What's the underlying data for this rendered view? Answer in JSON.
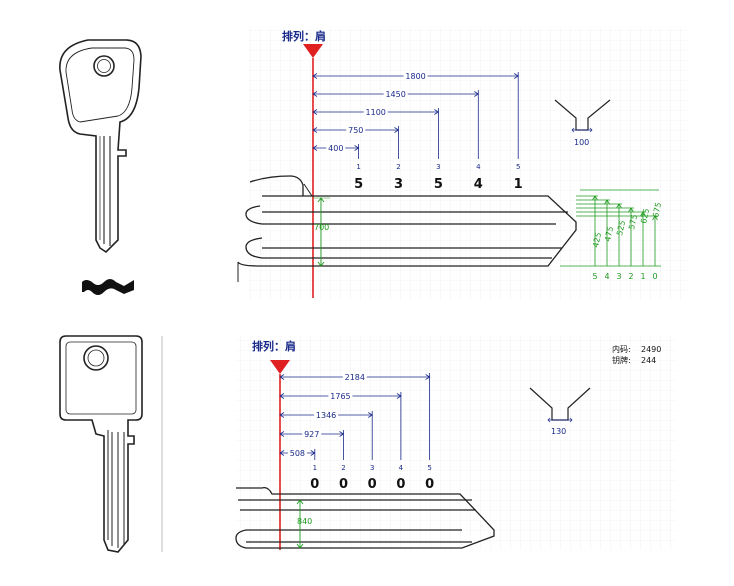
{
  "colors": {
    "dimension": "#1a2a8a",
    "shoulder_line": "#e02020",
    "depth_lines": "#1e9a1e",
    "grid": "#e6eaf2"
  },
  "panel1": {
    "title": "排列：肩",
    "spacings": [
      {
        "label": "400",
        "value": 400,
        "cut_no": "1",
        "depth": "5"
      },
      {
        "label": "750",
        "value": 750,
        "cut_no": "2",
        "depth": "3"
      },
      {
        "label": "1100",
        "value": 1100,
        "cut_no": "3",
        "depth": "5"
      },
      {
        "label": "1450",
        "value": 1450,
        "cut_no": "4",
        "depth": "4"
      },
      {
        "label": "1800",
        "value": 1800,
        "cut_no": "5",
        "depth": "1"
      }
    ],
    "blade_height": "700",
    "angle_width": "100",
    "depth_values": [
      "425",
      "475",
      "525",
      "575",
      "625",
      "675"
    ],
    "depth_numbers": [
      "5",
      "4",
      "3",
      "2",
      "1",
      "0"
    ]
  },
  "panel2": {
    "title": "排列：肩",
    "info": [
      {
        "label": "内码:",
        "value": "2490"
      },
      {
        "label": "钥牌:",
        "value": "244"
      }
    ],
    "spacings": [
      {
        "label": "508",
        "value": 508,
        "cut_no": "1",
        "depth": "0"
      },
      {
        "label": "927",
        "value": 927,
        "cut_no": "2",
        "depth": "0"
      },
      {
        "label": "1346",
        "value": 1346,
        "cut_no": "3",
        "depth": "0"
      },
      {
        "label": "1765",
        "value": 1765,
        "cut_no": "4",
        "depth": "0"
      },
      {
        "label": "2184",
        "value": 2184,
        "cut_no": "5",
        "depth": "0"
      }
    ],
    "blade_height": "840",
    "angle_width": "130"
  }
}
